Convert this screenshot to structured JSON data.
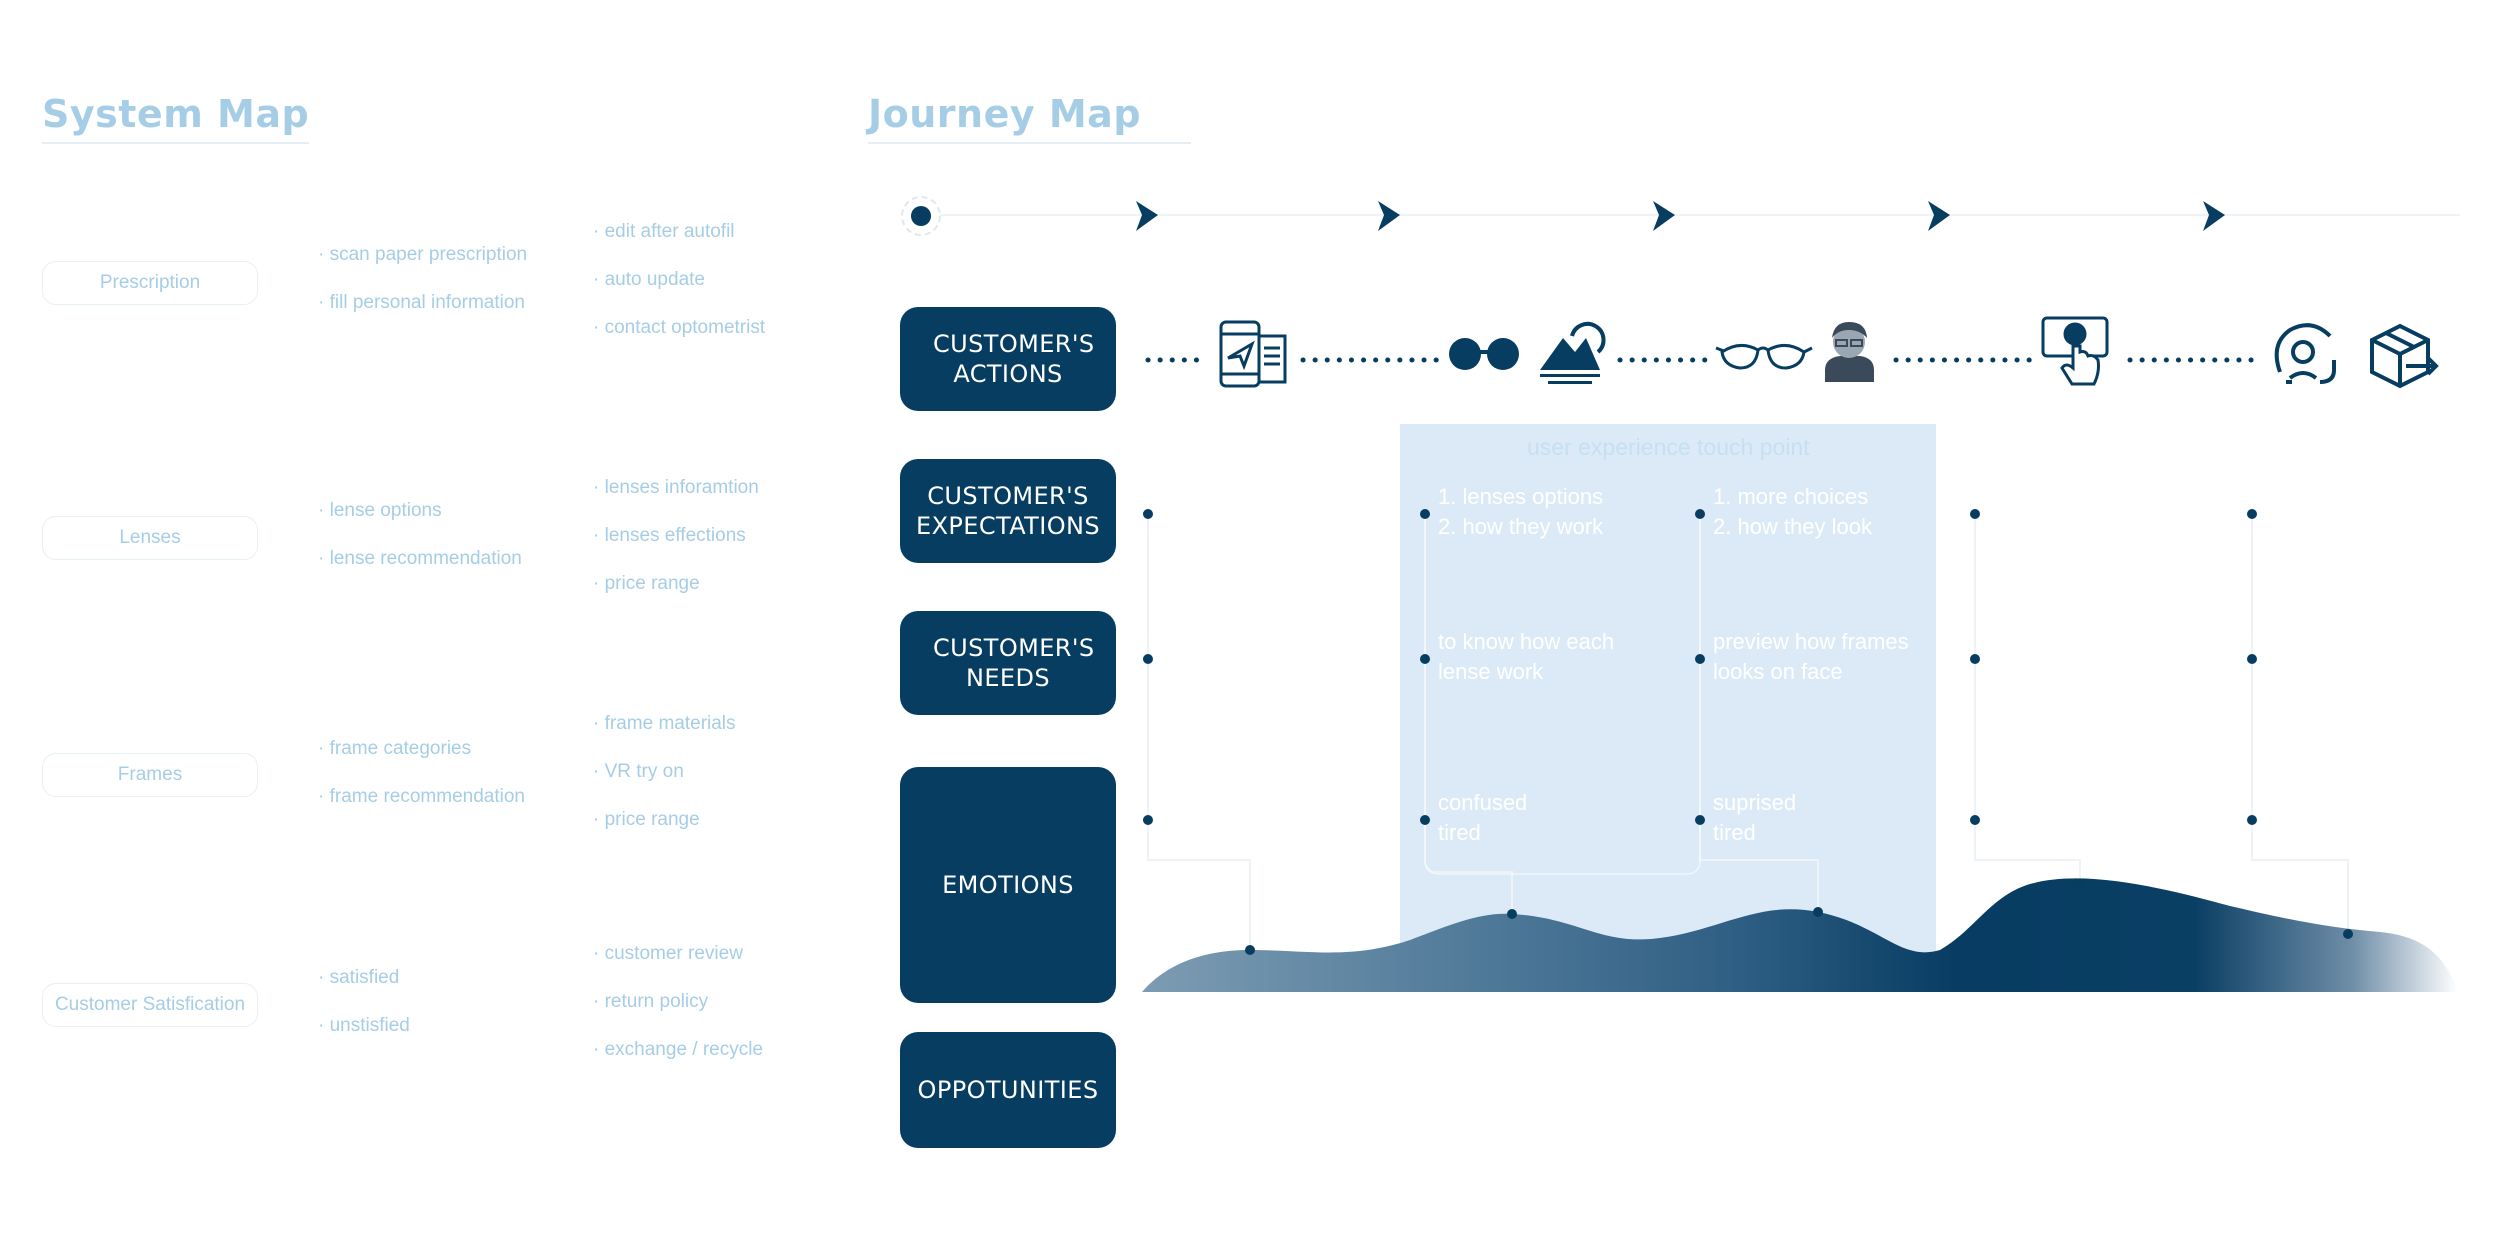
{
  "system_map": {
    "title": "System Map",
    "categories": [
      {
        "label": "Prescription",
        "col1": [
          "· scan paper prescription",
          "· fill personal information"
        ],
        "col2": [
          "· edit after autofil",
          "· auto update",
          "· contact optometrist"
        ]
      },
      {
        "label": "Lenses",
        "col1": [
          "· lense options",
          "· lense recommendation"
        ],
        "col2": [
          "· lenses inforamtion",
          "· lenses effections",
          "· price range"
        ]
      },
      {
        "label": "Frames",
        "col1": [
          "· frame categories",
          "· frame recommendation"
        ],
        "col2": [
          "· frame materials",
          "· VR try on",
          "· price range"
        ]
      },
      {
        "label": "Customer Satisfication",
        "col1": [
          "· satisfied",
          "· unstisfied"
        ],
        "col2": [
          "· customer review",
          "· return policy",
          "· exchange / recycle"
        ]
      }
    ]
  },
  "journey_map": {
    "title": "Journey Map",
    "rows": [
      "CUSTOMER'S ACTIONS",
      "CUSTOMER'S EXPECTATIONS",
      "CUSTOMER'S NEEDS",
      "EMOTIONS",
      "OPPOTUNITIES"
    ],
    "action_icons": [
      "mobile-send-icon",
      "glasses-icon",
      "landscape-icon",
      "cat-eye-glasses-icon",
      "person-with-glasses-icon",
      "tap-phone-icon",
      "face-scan-icon",
      "box-delivery-icon"
    ],
    "touch_point": {
      "title": "user experience touch point",
      "expectations": [
        "1. lenses options\n2. how they work",
        "1. more choices\n2. how they look"
      ],
      "needs": [
        "to know how each\nlense work",
        "preview how frames\nlooks on face"
      ],
      "emotions": [
        "confused\ntired",
        "suprised\ntired"
      ]
    },
    "emotion_levels": [
      0.42,
      0.74,
      0.76,
      1.0,
      0.55
    ],
    "colors": {
      "navy": "#073d61",
      "light_blue": "#a6cde6",
      "touch_point_bg": "#dbeaf6"
    }
  }
}
